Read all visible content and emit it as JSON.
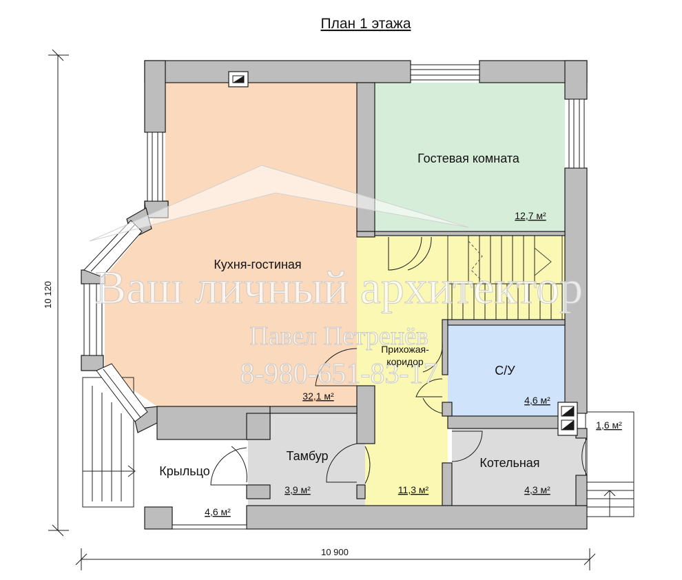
{
  "title": "План 1 этажа",
  "dimensions": {
    "width": "10 900",
    "height": "10 120"
  },
  "rooms": {
    "kitchen": {
      "name": "Кухня-гостиная",
      "area": "32,1 м²"
    },
    "guest": {
      "name": "Гостевая комната",
      "area": "12,7 м²"
    },
    "hall": {
      "name": "Прихожая-коридор",
      "name_line1": "Прихожая-",
      "name_line2": "коридор",
      "area": "11,3 м²"
    },
    "bath": {
      "name": "С/У",
      "area": "4,6 м²"
    },
    "boiler": {
      "name": "Котельная",
      "area": "4,3 м²"
    },
    "vestibule": {
      "name": "Тамбур",
      "area": "3,9 м²"
    },
    "porch": {
      "name": "Крыльцо",
      "area": "4,6 м²"
    },
    "porch2": {
      "name": "",
      "area": "1,6 м²"
    }
  },
  "watermark": {
    "line1": "Ваш личный архитектор",
    "line2": "Павел Петренёв",
    "line3": "8-980-651-83-17"
  },
  "colors": {
    "wall": "#bdbdbd",
    "wall_stroke": "#1a1a1a",
    "kitchen": "#fbd9bd",
    "guest": "#d6eed9",
    "hall": "#fbf8b4",
    "bath": "#cfe3fb",
    "service": "#dcdcdc",
    "porch": "#ffffff"
  }
}
